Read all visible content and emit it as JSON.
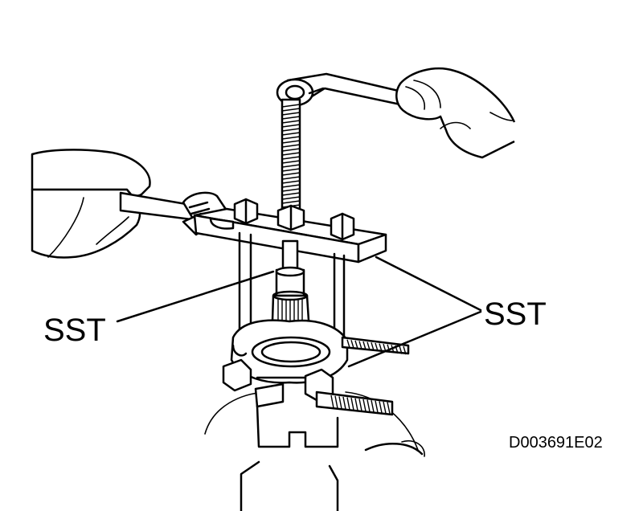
{
  "labels": {
    "left": "SST",
    "right": "SST"
  },
  "figure_code": "D003691E02",
  "colors": {
    "ink": "#000000",
    "paper": "#ffffff"
  }
}
